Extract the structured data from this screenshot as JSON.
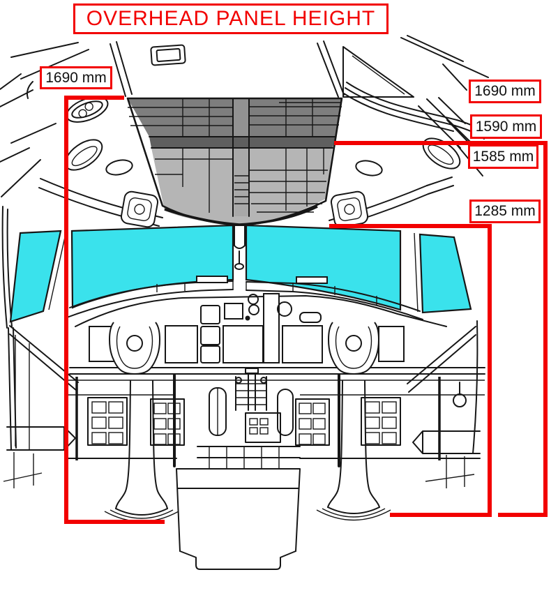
{
  "title": "OVERHEAD PANEL HEIGHT",
  "measurements": [
    {
      "id": "left-1690",
      "label": "1690 mm"
    },
    {
      "id": "right-1690",
      "label": "1690 mm"
    },
    {
      "id": "right-1590",
      "label": "1590 mm"
    },
    {
      "id": "right-1585",
      "label": "1585 mm"
    },
    {
      "id": "right-1285",
      "label": "1285 mm"
    }
  ],
  "colors": {
    "annotation-red": "#f20000",
    "window-cyan": "#3ae2ec",
    "line-black": "#161616",
    "overhead-gray-top": "#7e7e7e",
    "overhead-gray-band": "#5f5f5f",
    "overhead-gray-light": "#b5b5b5"
  },
  "diagram": {
    "subject": "cockpit front view line drawing with overhead panel height measurements"
  }
}
